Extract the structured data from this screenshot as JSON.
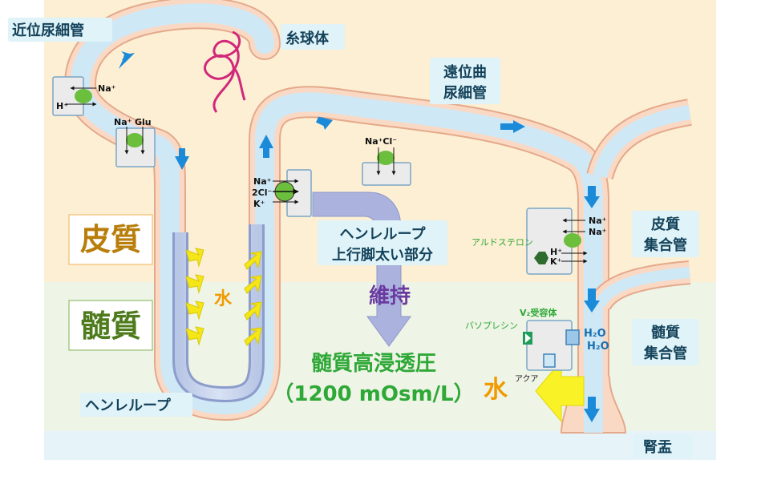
{
  "labels": {
    "proximal": "近位尿細管",
    "glomerulus": "糸球体",
    "distal": "遠位曲\n尿細管",
    "cortex": "皮質",
    "medulla": "髄質",
    "henle_thick": "ヘンレループ\n上行脚太い部分",
    "maintain": "維持",
    "cortical_cd": "皮質\n集合管",
    "medullary_cd": "髄質\n集合管",
    "osmo": "髄質高浸透圧",
    "osmo_val": "（1200 mOsm/L）",
    "henle_loop": "ヘンレループ",
    "pelvis": "腎盂",
    "water": "水",
    "aldosterone": "アルドステロン",
    "v2": "V₂受容体",
    "vasopressin": "バソプレシン",
    "aqua": "アクア"
  },
  "ions": {
    "prox1_na": "Na⁺",
    "prox1_h": "H⁺",
    "prox2_na": "Na⁺",
    "prox2_glu": "Glu",
    "distal_nacl": "Na⁺Cl⁻",
    "tal_na": "Na⁺",
    "tal_cl": "2Cl⁻",
    "tal_k": "K⁺",
    "cd_na1": "Na⁺",
    "cd_na2": "Na⁺",
    "cd_h": "H⁺",
    "cd_k": "K⁺",
    "h2o1": "H₂O",
    "h2o2": "H₂O"
  },
  "colors": {
    "cortex_bg": "#fcefd4",
    "medulla_bg": "#eef4e6",
    "pelvis_bg": "#e6f3f9",
    "tube_wall": "#fad9c4",
    "tube_lumen": "#cfe8f6",
    "flow_arrow": "#1b8ad8",
    "label_bg": "#dff3f8",
    "label_text": "#14425a",
    "cortex_text": "#b97e0a",
    "medulla_text": "#4e7b1c",
    "green_text": "#2ea836",
    "purple_text": "#6a3aa0",
    "water_text": "#f09a00",
    "yellow_arrow": "#f5e617",
    "transporter": "#6cbf3c"
  }
}
